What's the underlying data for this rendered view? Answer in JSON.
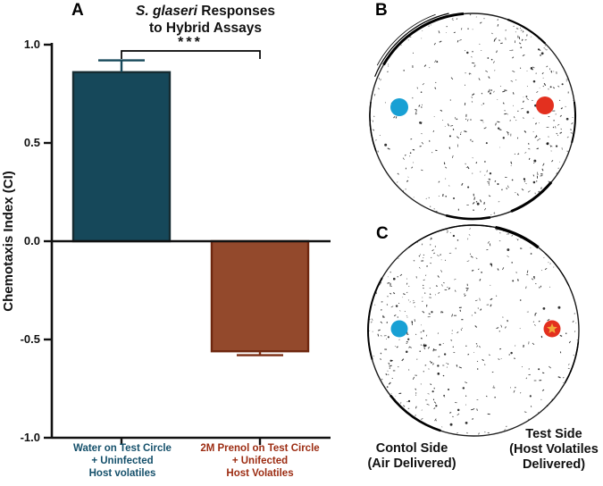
{
  "figure": {
    "panel_letters": {
      "a": "A",
      "b": "B",
      "c": "C"
    },
    "dish_labels": {
      "control": [
        "Contol Side",
        "(Air Delivered)"
      ],
      "test": [
        "Test Side",
        "(Host Volatiles",
        "Delivered)"
      ]
    }
  },
  "chart_data": {
    "type": "bar",
    "title": "S. glaseri Responses to Hybrid Assays",
    "title_species_italic": "S. glaseri",
    "title_after_species": " Responses",
    "title_line2": "to Hybrid Assays",
    "ylabel": "Chemotaxis Index (CI)",
    "ylim": [
      -1.0,
      1.0
    ],
    "yticks": [
      1.0,
      0.5,
      0.0,
      -0.5,
      -1.0
    ],
    "ytick_labels": [
      "1.0",
      "0.5",
      "0.0",
      "-0.5",
      "-1.0"
    ],
    "categories": [
      "Water on Test Circle + Uninfected Host volatiles",
      "2M Prenol on Test Circle + Unifected Host Volatiles"
    ],
    "category_lines": [
      [
        "Water on Test Circle",
        "+ Uninfected",
        "Host volatiles"
      ],
      [
        "2M Prenol on Test Circle",
        "+ Unifected",
        "Host Volatiles"
      ]
    ],
    "values": [
      0.86,
      -0.56
    ],
    "errors": [
      0.06,
      0.02
    ],
    "significance": "***",
    "grid": false,
    "legend": false,
    "bar_colors": [
      "#16485a",
      "#93492c"
    ],
    "bar_edge_colors": [
      "#152b31",
      "#6e2810"
    ],
    "error_bar_colors": [
      "#16485a",
      "#7a2c12"
    ],
    "label_colors": [
      "#15506b",
      "#9c2c12"
    ]
  },
  "dishes": {
    "marker_colors": {
      "control": "#18a0d4",
      "test": "#e3301f",
      "test_star": "#f2a93b"
    },
    "panels": [
      {
        "letter": "B",
        "worm_bias_side": "test",
        "test_marker_star": false
      },
      {
        "letter": "C",
        "worm_bias_side": "control",
        "test_marker_star": true
      }
    ]
  }
}
